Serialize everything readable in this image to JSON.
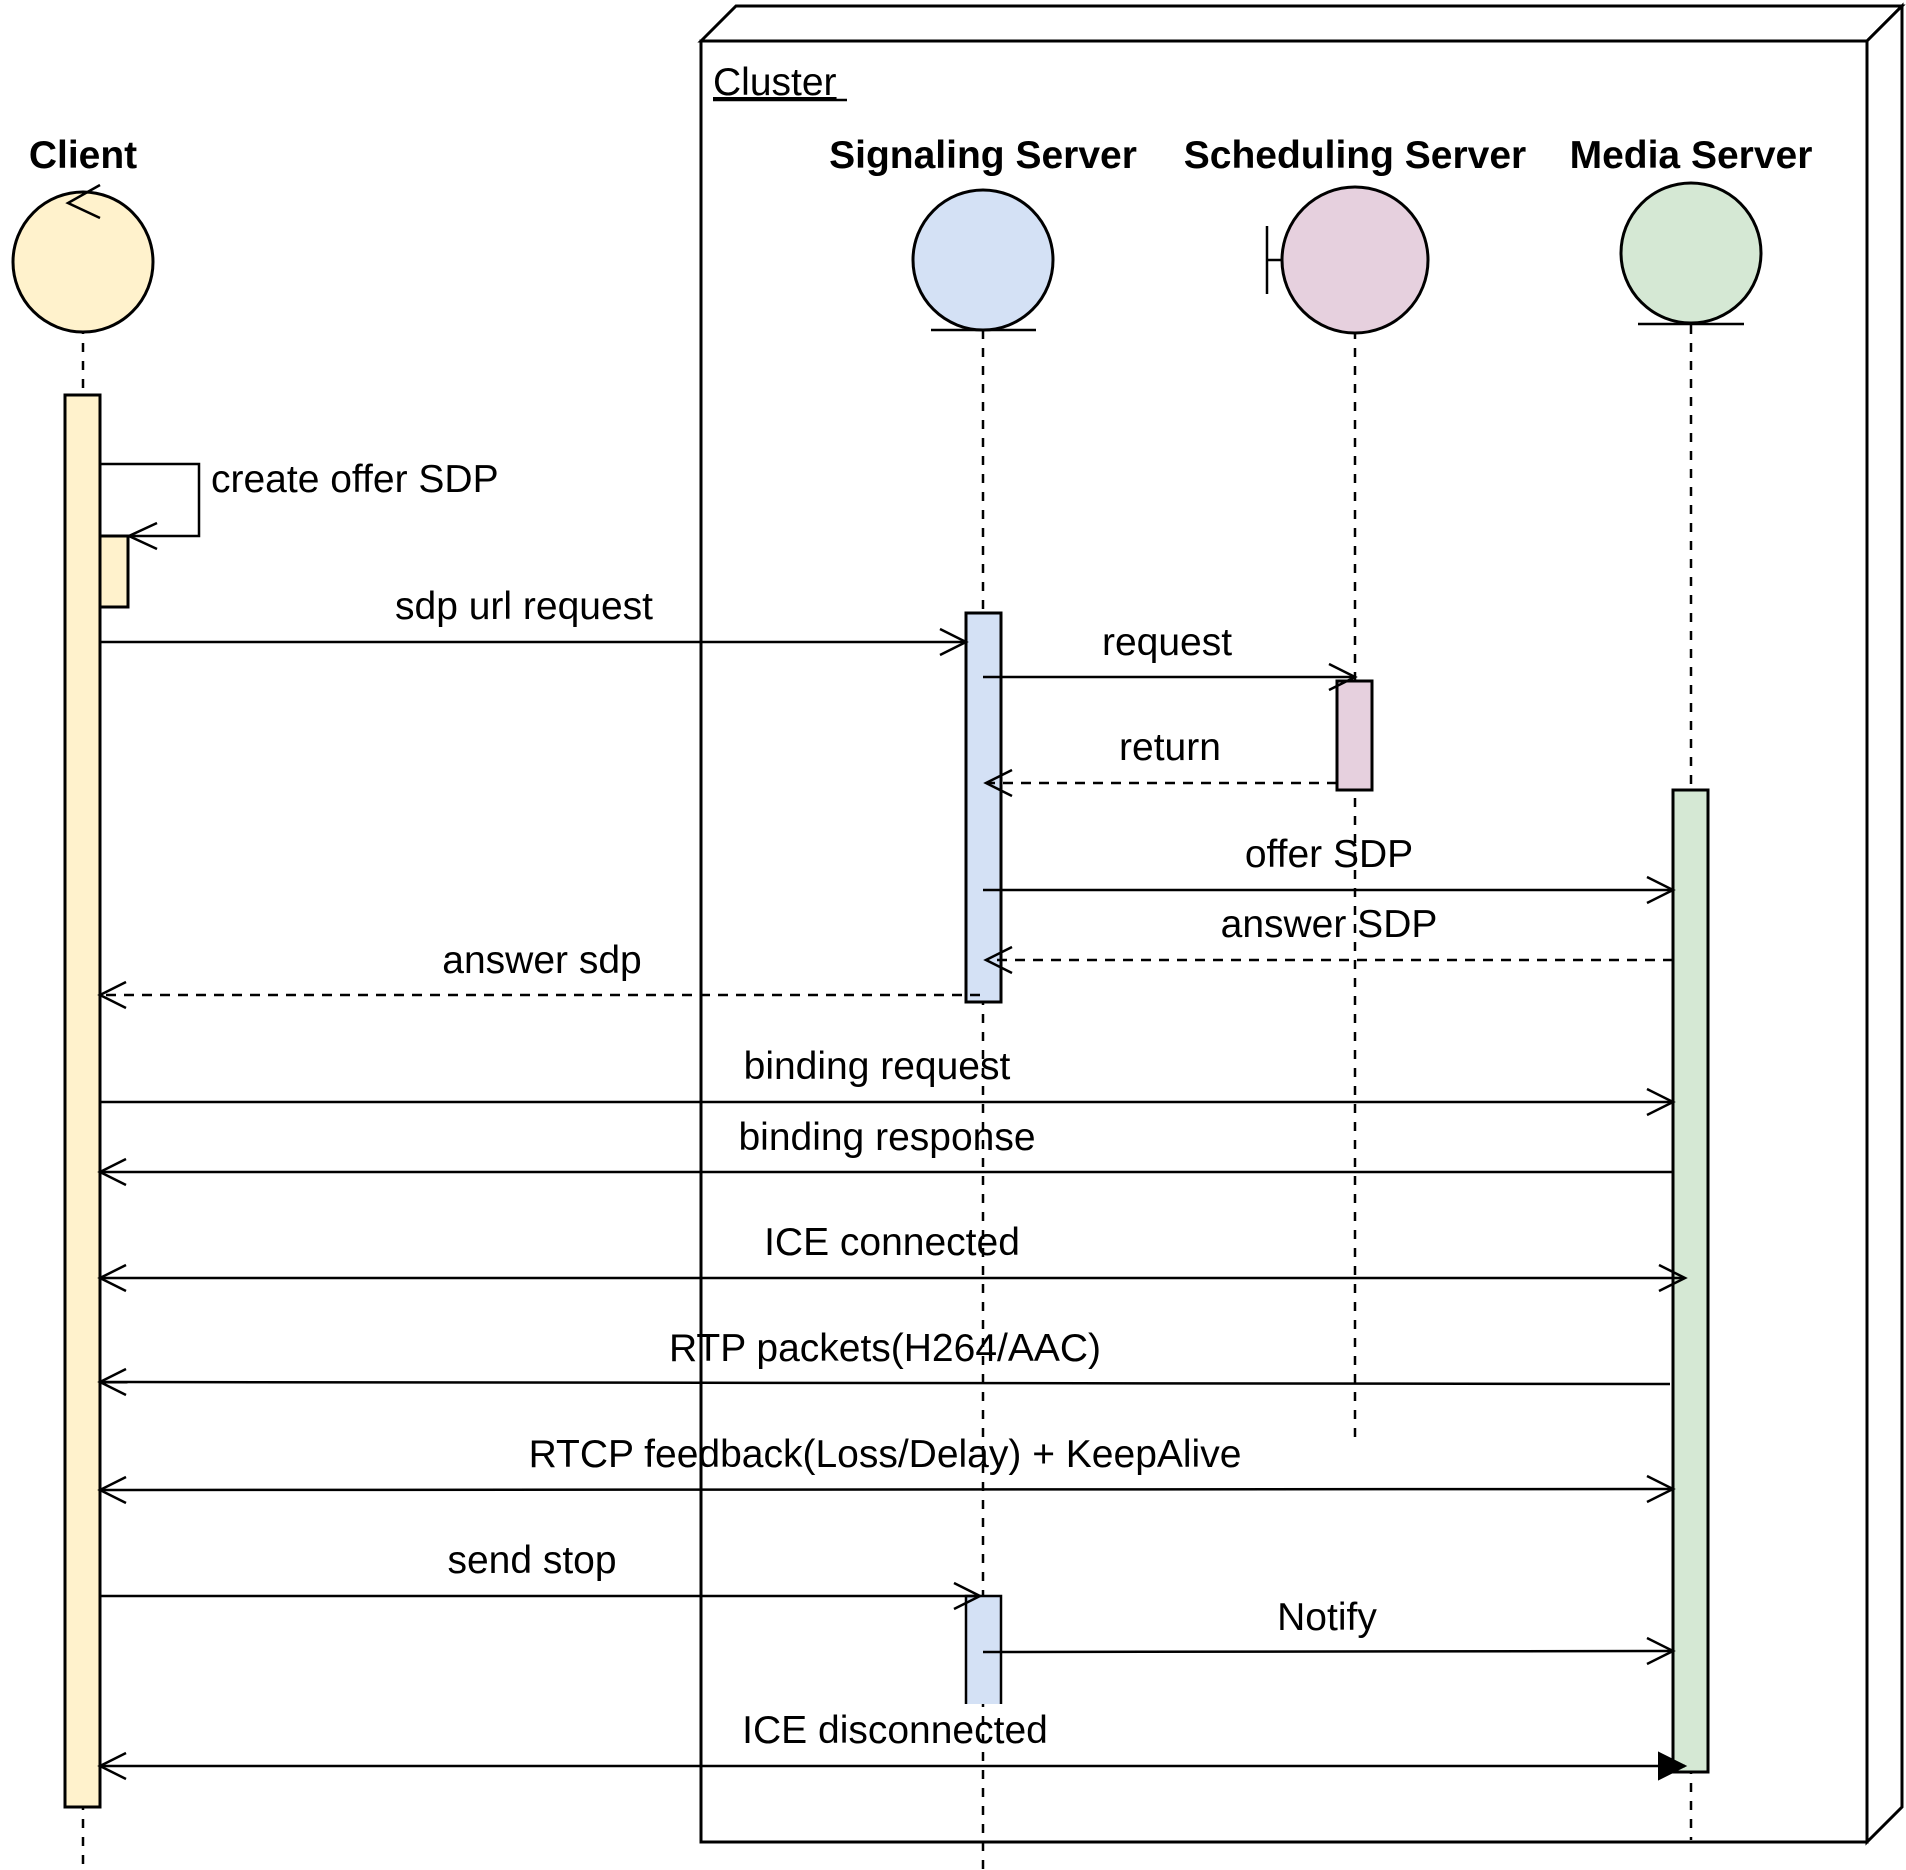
{
  "cluster": {
    "label": "Cluster"
  },
  "actors": [
    {
      "id": "client",
      "name": "Client",
      "stereotype": "control",
      "fill": "#fff2cc"
    },
    {
      "id": "signaling",
      "name": "Signaling Server",
      "stereotype": "entity",
      "fill": "#d4e1f5"
    },
    {
      "id": "scheduling",
      "name": "Scheduling Server",
      "stereotype": "boundary",
      "fill": "#e6d0de"
    },
    {
      "id": "media",
      "name": "Media Server",
      "stereotype": "entity",
      "fill": "#d5e8d4"
    }
  ],
  "messages": [
    {
      "label": "create offer SDP",
      "from": "client",
      "to": "client",
      "kind": "self"
    },
    {
      "label": "sdp url request",
      "from": "client",
      "to": "signaling",
      "kind": "sync"
    },
    {
      "label": "request",
      "from": "signaling",
      "to": "scheduling",
      "kind": "sync"
    },
    {
      "label": "return",
      "from": "scheduling",
      "to": "signaling",
      "kind": "return"
    },
    {
      "label": "offer SDP",
      "from": "signaling",
      "to": "media",
      "kind": "sync"
    },
    {
      "label": "answer SDP",
      "from": "media",
      "to": "signaling",
      "kind": "return"
    },
    {
      "label": "answer sdp",
      "from": "signaling",
      "to": "client",
      "kind": "return"
    },
    {
      "label": "binding request",
      "from": "client",
      "to": "media",
      "kind": "sync"
    },
    {
      "label": "binding response",
      "from": "media",
      "to": "client",
      "kind": "sync"
    },
    {
      "label": "ICE connected",
      "from": "client",
      "to": "media",
      "kind": "bidirectional"
    },
    {
      "label": "RTP packets(H264/AAC)",
      "from": "media",
      "to": "client",
      "kind": "sync"
    },
    {
      "label": "RTCP feedback(Loss/Delay) + KeepAlive",
      "from": "client",
      "to": "media",
      "kind": "bidirectional"
    },
    {
      "label": "send stop",
      "from": "client",
      "to": "signaling",
      "kind": "sync"
    },
    {
      "label": "Notify",
      "from": "signaling",
      "to": "media",
      "kind": "sync"
    },
    {
      "label": "ICE disconnected",
      "from": "client",
      "to": "media",
      "kind": "bidirectional-filled"
    }
  ]
}
